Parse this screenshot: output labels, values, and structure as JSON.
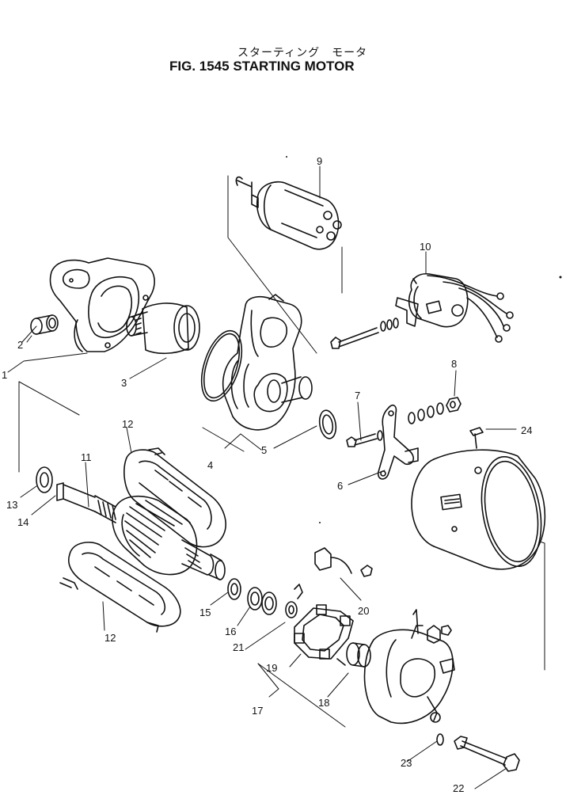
{
  "title": {
    "japanese": "スターティング　モータ",
    "english": "FIG. 1545   STARTING  MOTOR"
  },
  "callouts": [
    {
      "id": "1",
      "label": "1"
    },
    {
      "id": "2",
      "label": "2"
    },
    {
      "id": "3",
      "label": "3"
    },
    {
      "id": "4",
      "label": "4"
    },
    {
      "id": "5",
      "label": "5"
    },
    {
      "id": "6",
      "label": "6"
    },
    {
      "id": "7",
      "label": "7"
    },
    {
      "id": "8",
      "label": "8"
    },
    {
      "id": "9",
      "label": "9"
    },
    {
      "id": "10",
      "label": "10"
    },
    {
      "id": "11",
      "label": "11"
    },
    {
      "id": "12a",
      "label": "12"
    },
    {
      "id": "12b",
      "label": "12"
    },
    {
      "id": "13",
      "label": "13"
    },
    {
      "id": "14",
      "label": "14"
    },
    {
      "id": "15",
      "label": "15"
    },
    {
      "id": "16",
      "label": "16"
    },
    {
      "id": "17",
      "label": "17"
    },
    {
      "id": "18",
      "label": "18"
    },
    {
      "id": "19",
      "label": "19"
    },
    {
      "id": "20",
      "label": "20"
    },
    {
      "id": "21",
      "label": "21"
    },
    {
      "id": "22",
      "label": "22"
    },
    {
      "id": "23",
      "label": "23"
    },
    {
      "id": "24",
      "label": "24"
    }
  ]
}
